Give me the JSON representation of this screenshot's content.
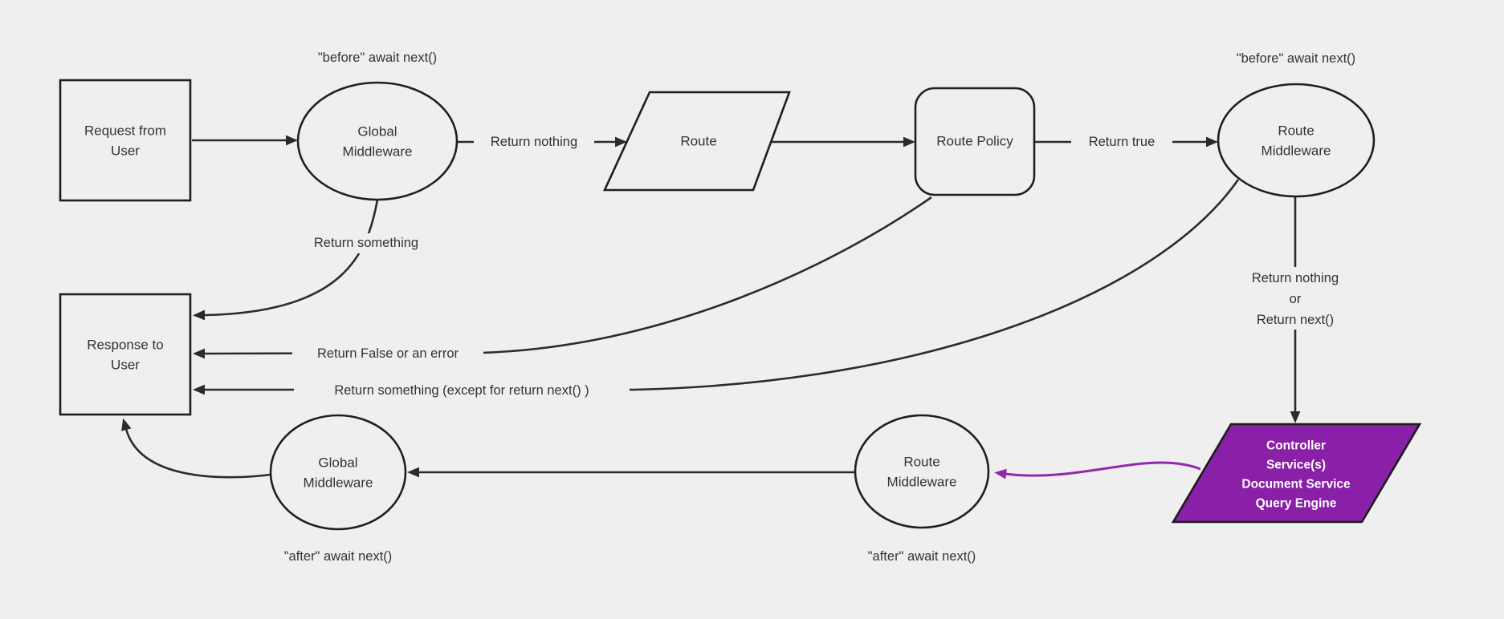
{
  "diagram": {
    "background_color": "#efefef",
    "line_color": "#2b2b2b",
    "text_color": "#333333",
    "purple_fill": "#8a1fa8",
    "purple_line": "#9228ad",
    "nodes": {
      "request": {
        "lines": [
          "Request from",
          "User"
        ]
      },
      "global_middleware_top": {
        "lines": [
          "Global",
          "Middleware"
        ]
      },
      "route": {
        "label": "Route"
      },
      "route_policy": {
        "label": "Route Policy"
      },
      "route_middleware_top": {
        "lines": [
          "Route",
          "Middleware"
        ]
      },
      "response": {
        "lines": [
          "Response to",
          "User"
        ]
      },
      "global_middleware_bottom": {
        "lines": [
          "Global",
          "Middleware"
        ]
      },
      "route_middleware_bottom": {
        "lines": [
          "Route",
          "Middleware"
        ]
      },
      "services": {
        "lines": [
          "Controller",
          "Service(s)",
          "Document Service",
          "Query Engine"
        ]
      }
    },
    "annotations": {
      "before_await_left": "\"before\" await next()",
      "before_await_right": "\"before\" await next()",
      "after_await_left": "\"after\" await next()",
      "after_await_right": "\"after\" await next()"
    },
    "edge_labels": {
      "return_nothing": "Return nothing",
      "return_true": "Return true",
      "return_something": "Return something",
      "return_false": "Return False or an error",
      "return_something_except": "Return something (except for return next() )",
      "return_nothing_or": [
        "Return nothing",
        "or",
        "Return next()"
      ]
    }
  }
}
